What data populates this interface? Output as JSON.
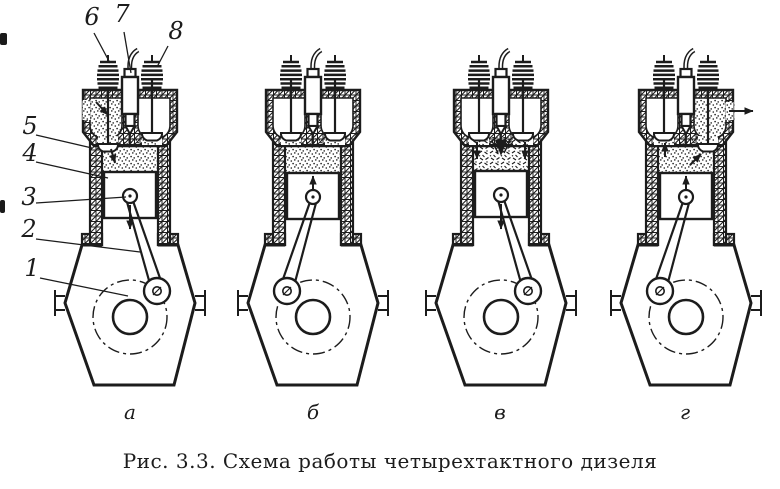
{
  "figure": {
    "caption": "Рис. 3.3. Схема работы четырехтактного дизеля",
    "panels": {
      "p1": "а",
      "p2": "б",
      "p3": "в",
      "p4": "г"
    },
    "callouts": {
      "n1": "1",
      "n2": "2",
      "n3": "3",
      "n4": "4",
      "n5": "5",
      "n6": "6",
      "n7": "7",
      "n8": "8"
    },
    "colors": {
      "ink": "#1c1c1c",
      "paper": "#ffffff"
    }
  }
}
